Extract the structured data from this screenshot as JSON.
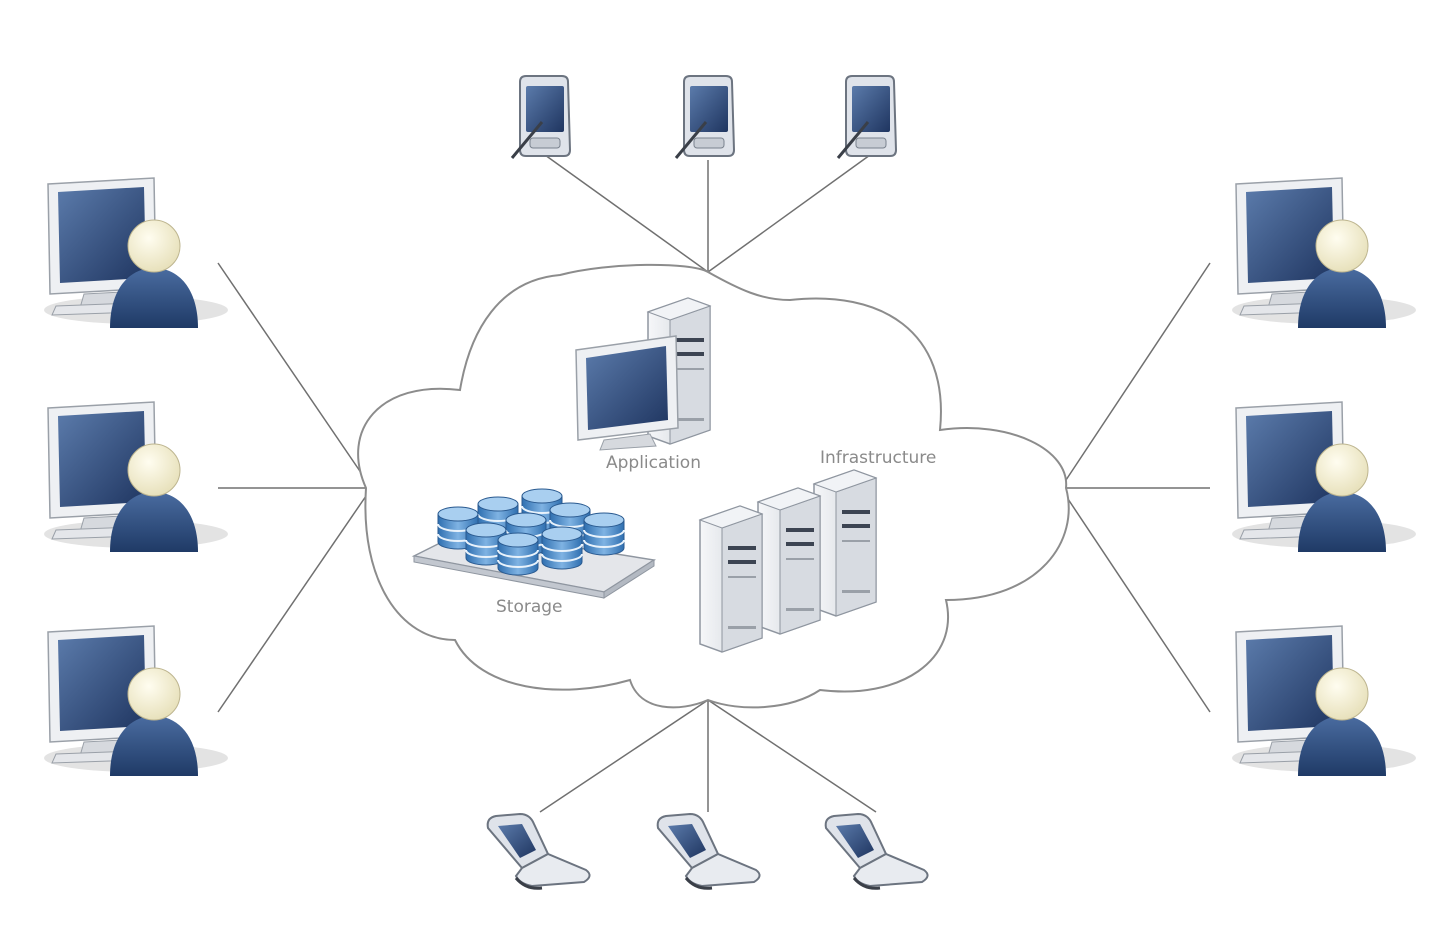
{
  "cloud": {
    "application_label": "Application",
    "infrastructure_label": "Infrastructure",
    "storage_label": "Storage"
  },
  "colors": {
    "line": "#707070",
    "cloud_stroke": "#8c8c8c",
    "screen": "#2f4b78",
    "person_body": "#2f4f82",
    "person_head": "#f4f0d8",
    "device_body": "#e9ecf1",
    "storage_disk": "#4a8ac8"
  },
  "nodes": {
    "left_users": 3,
    "right_users": 3,
    "top_pdas": 3,
    "bottom_phones": 3
  }
}
